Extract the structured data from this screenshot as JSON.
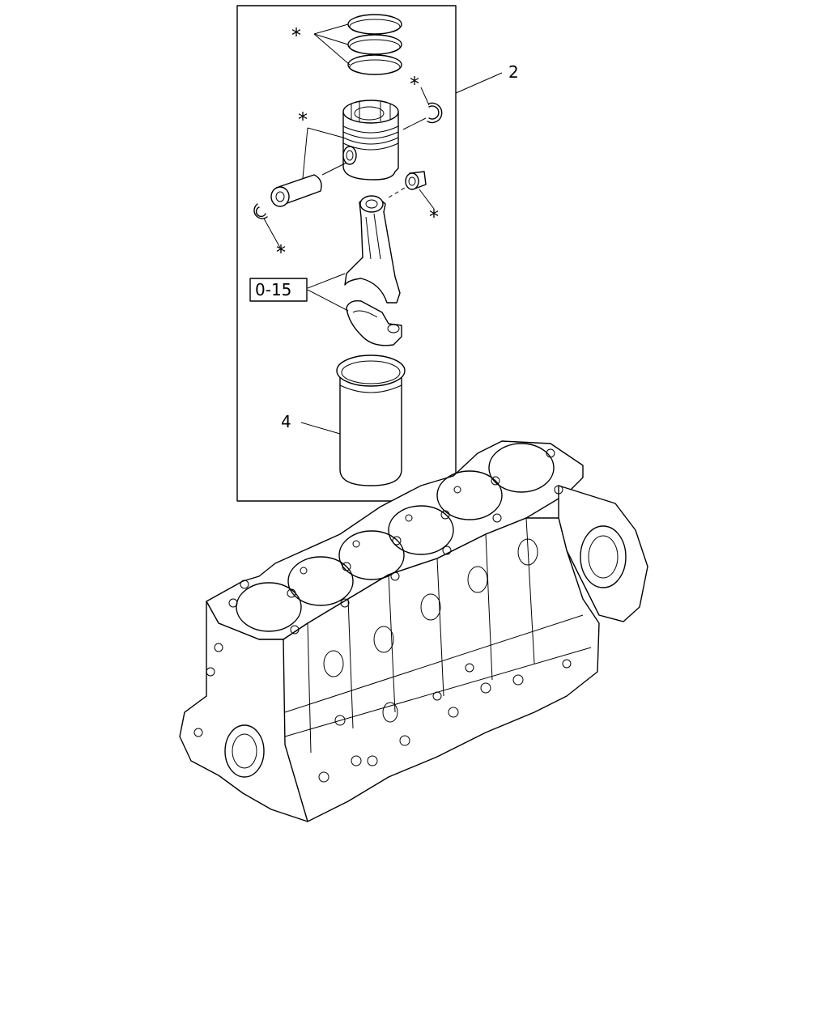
{
  "labels": {
    "assembly": "2",
    "liner": "4",
    "reference": "0-15",
    "marker": "*"
  }
}
